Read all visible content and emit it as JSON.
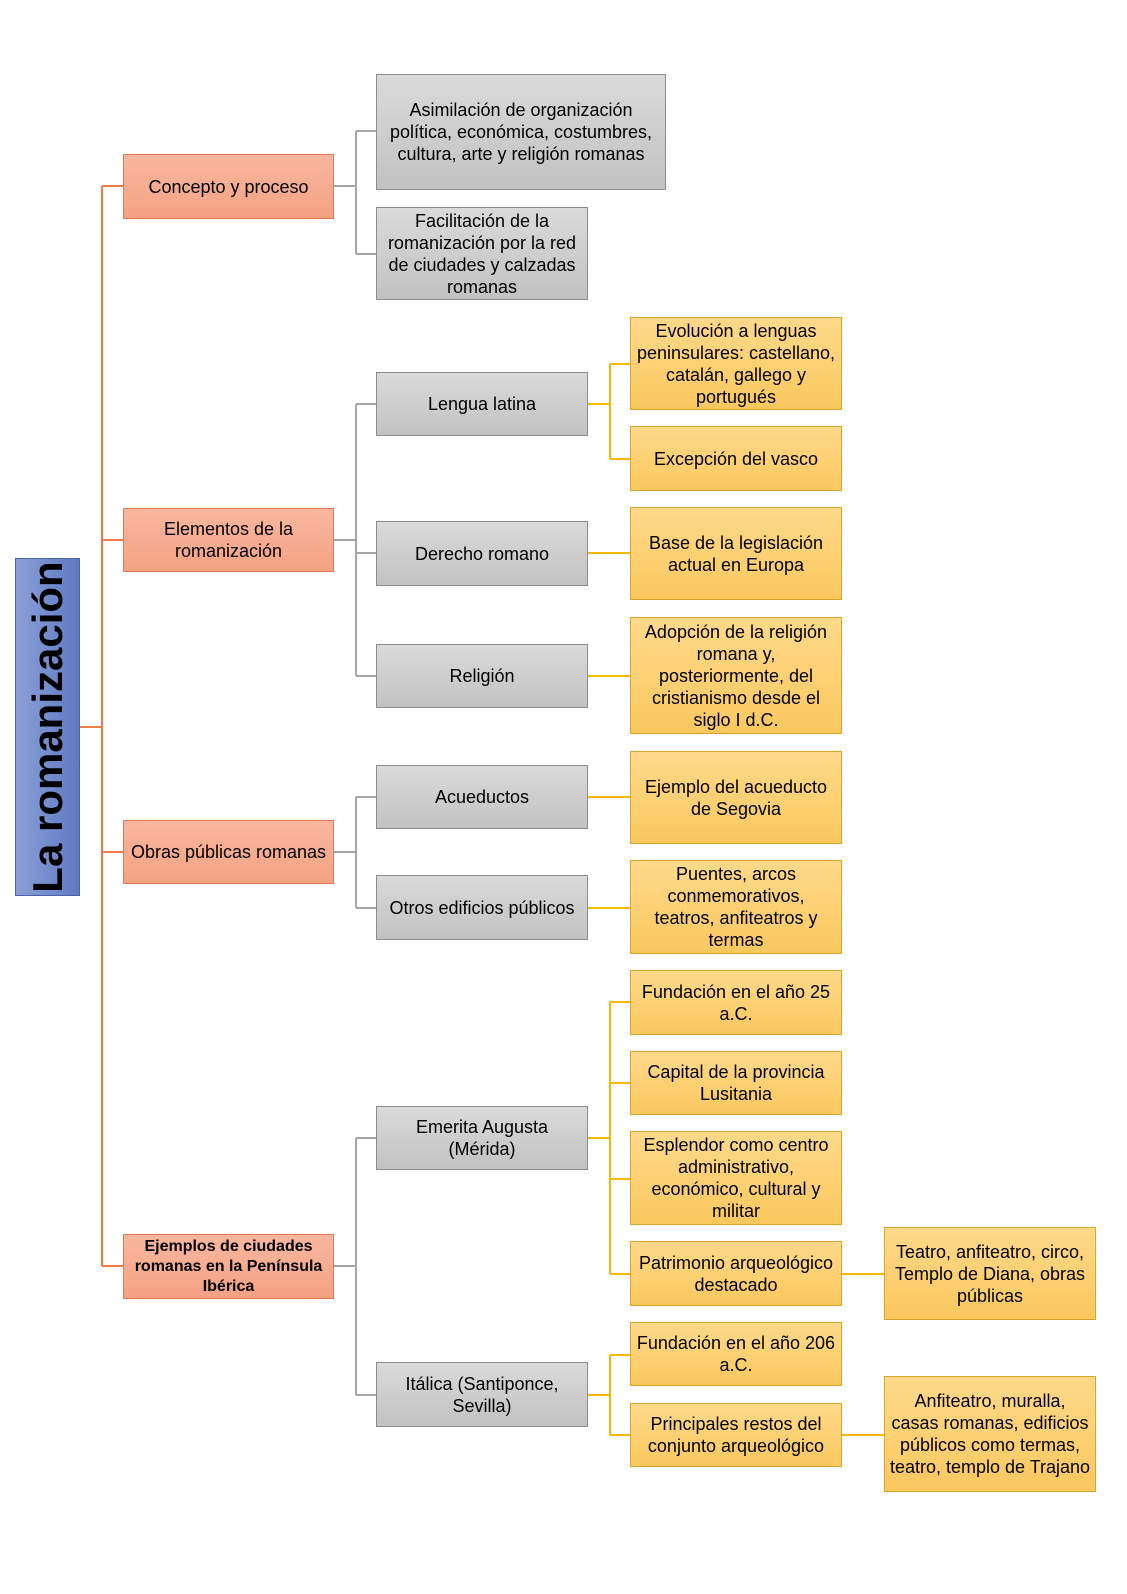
{
  "root": {
    "title": "La romanización"
  },
  "colors": {
    "root": "#6f88c9",
    "level1": "#f4a282",
    "level2": "#c8c8c8",
    "level3": "#fbc85e",
    "line_orange": "#ec7c47",
    "line_gray": "#a6a6a6",
    "line_yellow": "#f5b800"
  },
  "level1": {
    "concepto": "Concepto y proceso",
    "elementos": "Elementos de la romanización",
    "obras": "Obras públicas romanas",
    "ejemplos": "Ejemplos de ciudades romanas en la Península Ibérica"
  },
  "level2": {
    "asimilacion": "Asimilación de organización política, económica, costumbres, cultura, arte y religión romanas",
    "facilitacion": "Facilitación de la romanización por la red de ciudades y calzadas romanas",
    "lengua": "Lengua latina",
    "derecho": "Derecho romano",
    "religion": "Religión",
    "acueductos": "Acueductos",
    "otros": "Otros edificios públicos",
    "emerita": "Emerita Augusta (Mérida)",
    "italica": "Itálica (Santiponce, Sevilla)"
  },
  "level3": {
    "evolucion": "Evolución a lenguas peninsulares: castellano, catalán, gallego y portugués",
    "vasco": "Excepción del vasco",
    "base": "Base de la legislación actual en Europa",
    "adopcion": "Adopción de la religión romana y, posteriormente, del cristianismo desde el siglo I d.C.",
    "segovia": "Ejemplo del acueducto de Segovia",
    "puentes": "Puentes, arcos conmemorativos, teatros, anfiteatros y termas",
    "fundacion25": "Fundación en el año 25 a.C.",
    "capital": "Capital de la provincia Lusitania",
    "esplendor": "Esplendor como centro administrativo, económico, cultural y militar",
    "patrimonio": "Patrimonio arqueológico destacado",
    "fundacion206": "Fundación en el año 206 a.C.",
    "principales": "Principales restos del conjunto arqueológico"
  },
  "level4": {
    "teatro": "Teatro, anfiteatro, circo, Templo de Diana, obras públicas",
    "anfiteatro": "Anfiteatro, muralla, casas romanas, edificios públicos como termas, teatro, templo de Trajano"
  }
}
